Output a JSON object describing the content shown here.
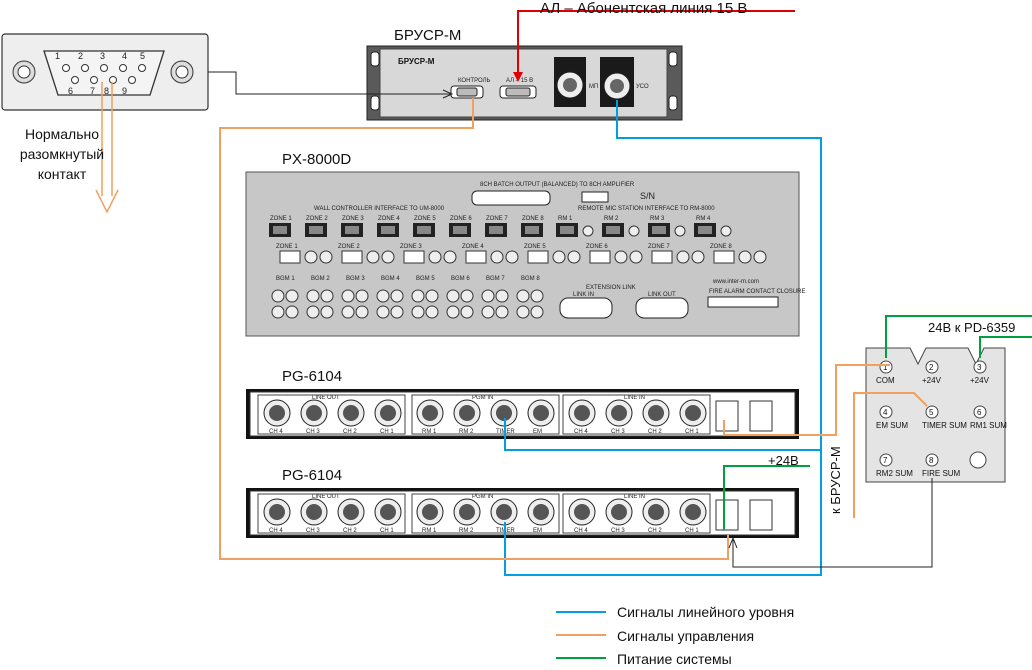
{
  "top_line_label": "АЛ – Абонентская линия 15 В",
  "brusr": {
    "title": "БРУСР-М",
    "panel_name": "БРУСР-М",
    "port_control": "КОНТРОЛЬ",
    "port_al": "АЛ – 15 В",
    "port_mic": "МП",
    "port_uso": "УСО"
  },
  "dsub": {
    "pins_top": [
      "1",
      "2",
      "3",
      "4",
      "5"
    ],
    "pins_bottom": [
      "6",
      "7",
      "8",
      "9"
    ]
  },
  "contact_label": [
    "Нормально",
    "разомкнутый",
    "контакт"
  ],
  "px": {
    "title": "PX-8000D",
    "batch": "8CH BATCH OUTPUT (BALANCED) TO 8CH AMPLIFIER",
    "wall": "WALL CONTROLLER INTERFACE TO UM-8000",
    "remote": "REMOTE MIC STATION INTERFACE TO RM-8000",
    "zones": [
      "ZONE 1",
      "ZONE 2",
      "ZONE 3",
      "ZONE 4",
      "ZONE 5",
      "ZONE 6",
      "ZONE 7",
      "ZONE 8"
    ],
    "rms": [
      "RM 1",
      "RM 2",
      "RM 3",
      "RM 4"
    ],
    "bgms": [
      "BGM 1",
      "BGM 2",
      "BGM 3",
      "BGM 4",
      "BGM 5",
      "BGM 6",
      "BGM 7",
      "BGM 8"
    ],
    "extension": "EXTENSION LINK",
    "link_in": "LINK IN",
    "link_out": "LINK OUT",
    "fire": "FIRE ALARM CONTACT CLOSURE",
    "website": "www.inter-m.com"
  },
  "pg1": {
    "title": "PG-6104",
    "line_out": "LINE OUT",
    "pgm_in": "PGM IN",
    "line_in": "LINE IN",
    "out_labels": [
      "CH 4",
      "CH 3",
      "CH 2",
      "CH 1"
    ],
    "pgm_labels": [
      "RM 1",
      "RM 2",
      "TIMER",
      "EM"
    ],
    "in_labels": [
      "CH 4",
      "CH 3",
      "CH 2",
      "CH 1"
    ]
  },
  "pg2": {
    "title": "PG-6104",
    "line_out": "LINE OUT",
    "pgm_in": "PGM IN",
    "line_in": "LINE IN",
    "out_labels": [
      "CH 4",
      "CH 3",
      "CH 2",
      "CH 1"
    ],
    "pgm_labels": [
      "RM 1",
      "RM 2",
      "TIMER",
      "EM"
    ],
    "in_labels": [
      "CH 4",
      "CH 3",
      "CH 2",
      "CH 1"
    ]
  },
  "plus24": "+24В",
  "pd_label": "24В к PD-6359",
  "k_brusr": "к БРУСР-М",
  "pd_pins": [
    {
      "num": "1",
      "name": "COM"
    },
    {
      "num": "2",
      "name": "+24V"
    },
    {
      "num": "3",
      "name": "+24V"
    },
    {
      "num": "4",
      "name": "EM SUM"
    },
    {
      "num": "5",
      "name": "TIMER SUM"
    },
    {
      "num": "6",
      "name": "RM1 SUM"
    },
    {
      "num": "7",
      "name": "RM2 SUM"
    },
    {
      "num": "8",
      "name": "FIRE SUM"
    }
  ],
  "legend": [
    {
      "label": "Сигналы линейного уровня",
      "color": "#00a0e0"
    },
    {
      "label": "Сигналы управления",
      "color": "#f0a060"
    },
    {
      "label": "Питание системы",
      "color": "#00a040"
    }
  ],
  "colors": {
    "red": "#e00000",
    "blue": "#00a0e0",
    "orange": "#f0a060",
    "green": "#00a040",
    "black": "#222222"
  }
}
